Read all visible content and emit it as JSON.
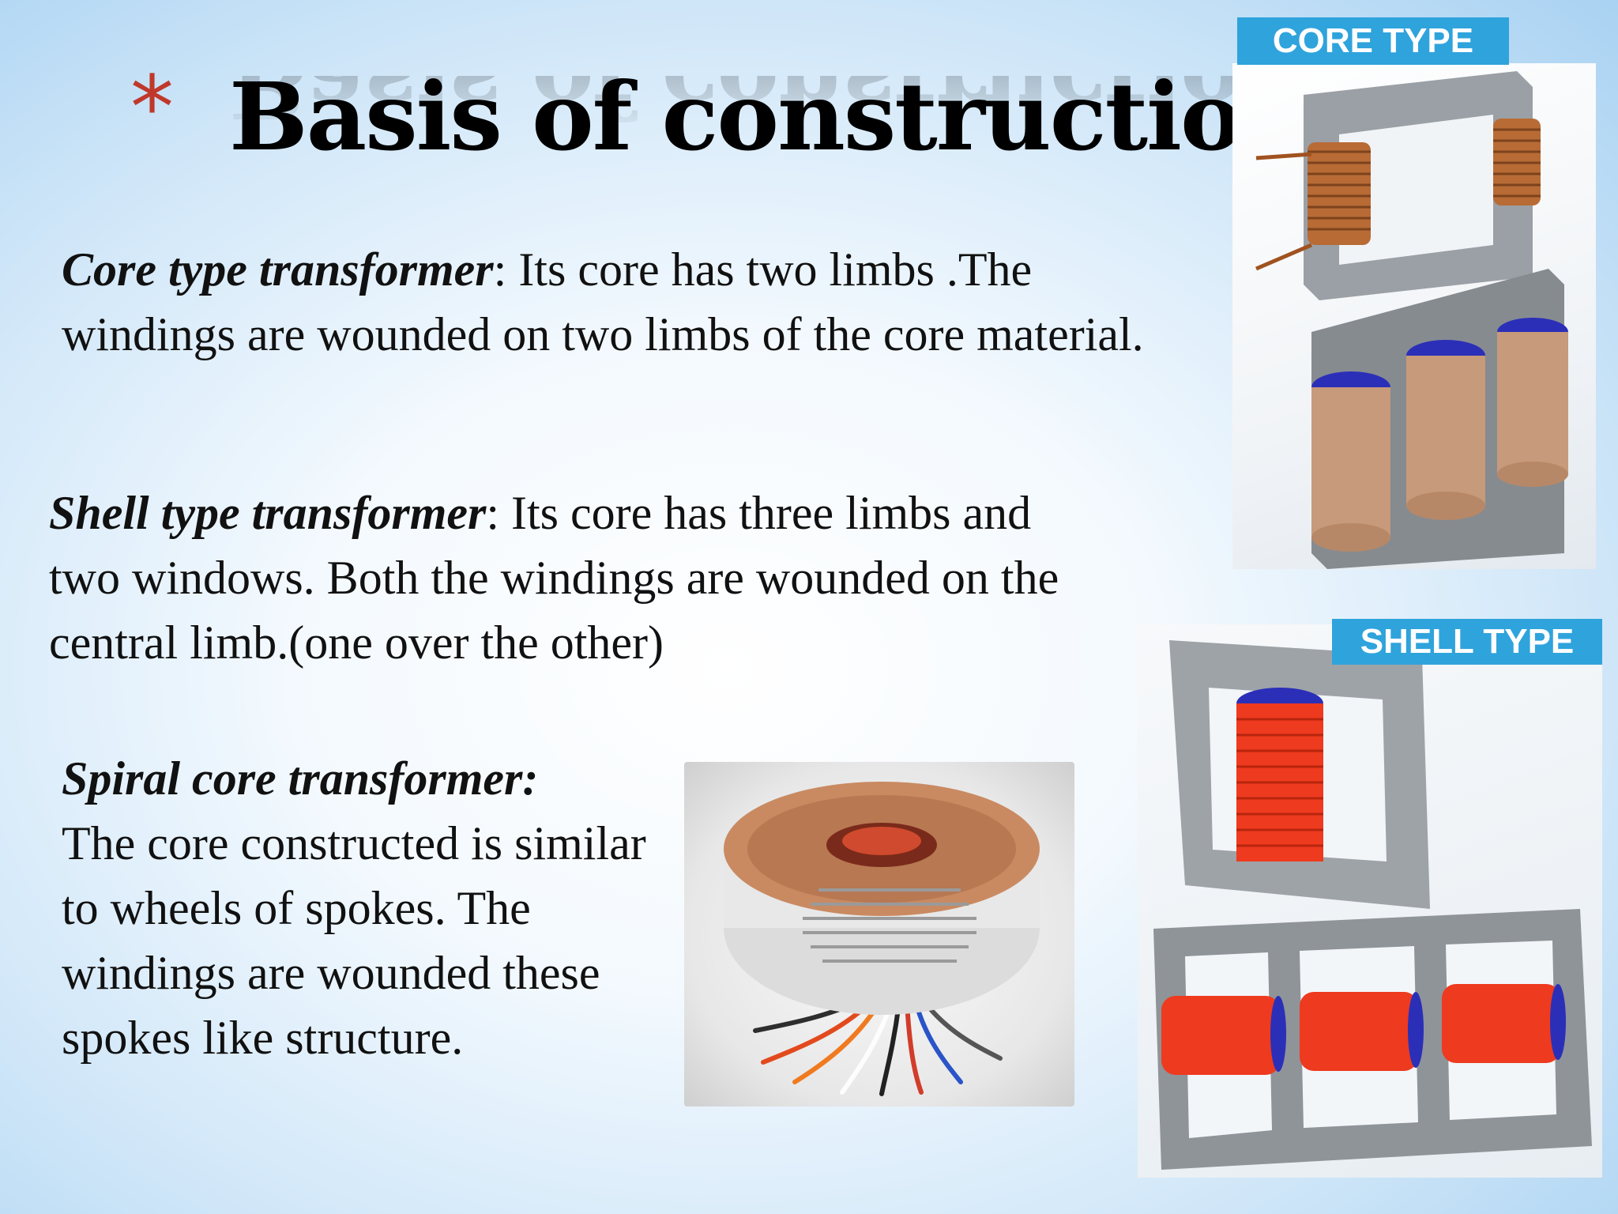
{
  "slide": {
    "bullet": "*",
    "title": "Basis of construction"
  },
  "sections": {
    "core": {
      "term": "Core type transformer",
      "text": ": Its core has two limbs .The windings are wounded on two limbs of the core material."
    },
    "shell": {
      "term": "Shell type transformer",
      "text": ": Its core has three limbs and two windows. Both the windings are wounded on the central limb.(one over the other)"
    },
    "spiral": {
      "term": "Spiral core transformer:",
      "text": "The core constructed is similar to wheels of spokes. The windings are wounded these spokes like structure."
    }
  },
  "images": {
    "core_label": "CORE TYPE",
    "shell_label": "SHELL TYPE"
  },
  "colors": {
    "bullet": "#c0382b",
    "label_bg": "#2fa3dc",
    "copper": "#b8703a",
    "coil_red": "#ee3a1f",
    "core_grey": "#8c8f93"
  }
}
